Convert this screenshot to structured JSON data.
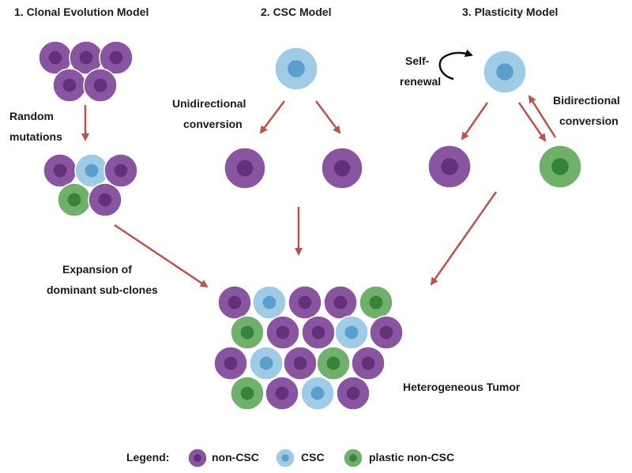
{
  "titles": {
    "clonal": "1. Clonal Evolution Model",
    "csc": "2. CSC Model",
    "plasticity": "3. Plasticity Model"
  },
  "labels": {
    "random_1": "Random",
    "random_2": "mutations",
    "uni_1": "Unidirectional",
    "uni_2": "conversion",
    "self_1": "Self-",
    "self_2": "renewal",
    "bi_1": "Bidirectional",
    "bi_2": "conversion",
    "exp_1": "Expansion of",
    "exp_2": "dominant sub-clones",
    "tumor": "Heterogeneous Tumor"
  },
  "legend": {
    "title": "Legend:",
    "noncsc": "non-CSC",
    "csc": "CSC",
    "plastic": "plastic non-CSC"
  },
  "colors": {
    "noncsc_outer": "#8a55a0",
    "noncsc_inner": "#5e2a73",
    "csc_outer": "#9ecbe6",
    "csc_inner": "#4f99c8",
    "plastic_outer": "#6fb06a",
    "plastic_inner": "#2f7a34",
    "arrow": "#c0504d"
  }
}
